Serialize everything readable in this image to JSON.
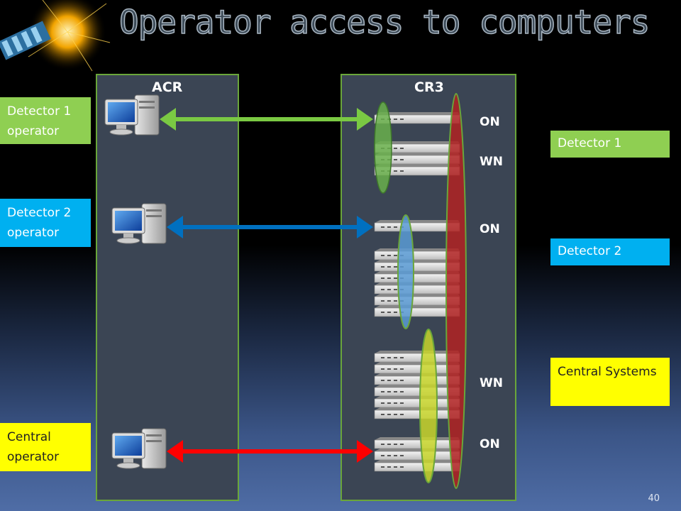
{
  "title": "Operator access to computers",
  "page_number": "40",
  "panels": {
    "acr": {
      "label": "ACR"
    },
    "cr3": {
      "label": "CR3"
    }
  },
  "operators": [
    {
      "label": "Detector 1 operator",
      "color": "#8fcf52"
    },
    {
      "label": "Detector 2 operator",
      "color": "#00b0f0"
    },
    {
      "label": "Central operator",
      "color": "#ffff00"
    }
  ],
  "systems": [
    {
      "label": "Detector 1",
      "color": "#8fcf52"
    },
    {
      "label": "Detector 2",
      "color": "#00b0f0"
    },
    {
      "label": "Central Systems",
      "color": "#ffff00"
    }
  ],
  "networks": [
    "ON",
    "WN",
    "ON",
    "WN",
    "ON"
  ],
  "connection_colors": {
    "detector1": "#7ac943",
    "detector2": "#0070c0",
    "central": "#ff0000"
  },
  "group_colors": {
    "detector1": "#6ab04c",
    "detector2": "#5b9bd5",
    "central": "#c9d62c",
    "all": "#b22222"
  }
}
